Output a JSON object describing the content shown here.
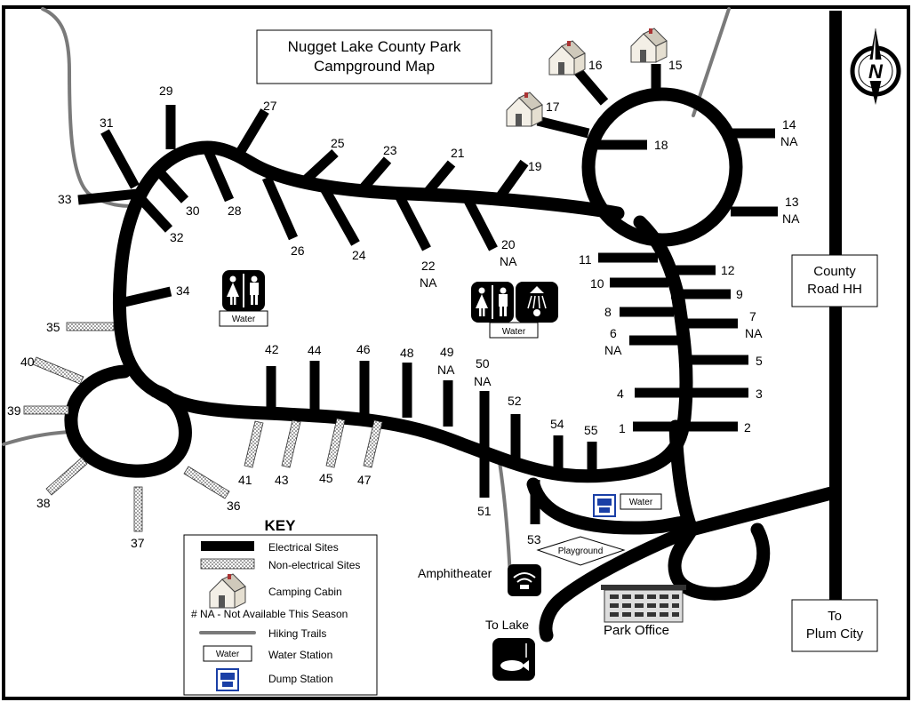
{
  "title": {
    "line1": "Nugget Lake County Park",
    "line2": "Campground Map"
  },
  "roads_labels": {
    "county_road": [
      "County",
      "Road HH"
    ],
    "plum_city": [
      "To",
      "Plum City"
    ]
  },
  "places": {
    "amphitheater": "Amphitheater",
    "to_lake": "To Lake",
    "park_office": "Park Office",
    "playground": "Playground",
    "water": "Water"
  },
  "key": {
    "heading": "KEY",
    "electrical": "Electrical Sites",
    "non_electrical": "Non-electrical Sites",
    "cabin": "Camping Cabin",
    "na": "# NA - Not Available This Season",
    "trails": "Hiking Trails",
    "water_station": "Water Station",
    "water_box": "Water",
    "dump": "Dump Station"
  },
  "compass": "N",
  "sites": {
    "s1": "1",
    "s2": "2",
    "s3": "3",
    "s4": "4",
    "s5": "5",
    "s6": "6",
    "s7": "7",
    "s8": "8",
    "s9": "9",
    "s10": "10",
    "s11": "11",
    "s12": "12",
    "s13": "13",
    "s14": "14",
    "s15": "15",
    "s16": "16",
    "s17": "17",
    "s18": "18",
    "s19": "19",
    "s20": "20",
    "s21": "21",
    "s22": "22",
    "s23": "23",
    "s24": "24",
    "s25": "25",
    "s26": "26",
    "s27": "27",
    "s28": "28",
    "s29": "29",
    "s30": "30",
    "s31": "31",
    "s32": "32",
    "s33": "33",
    "s34": "34",
    "s35": "35",
    "s36": "36",
    "s37": "37",
    "s38": "38",
    "s39": "39",
    "s40": "40",
    "s41": "41",
    "s42": "42",
    "s43": "43",
    "s44": "44",
    "s45": "45",
    "s46": "46",
    "s47": "47",
    "s48": "48",
    "s49": "49",
    "s50": "50",
    "s51": "51",
    "s52": "52",
    "s53": "53",
    "s54": "54",
    "s55": "55"
  },
  "na": "NA"
}
